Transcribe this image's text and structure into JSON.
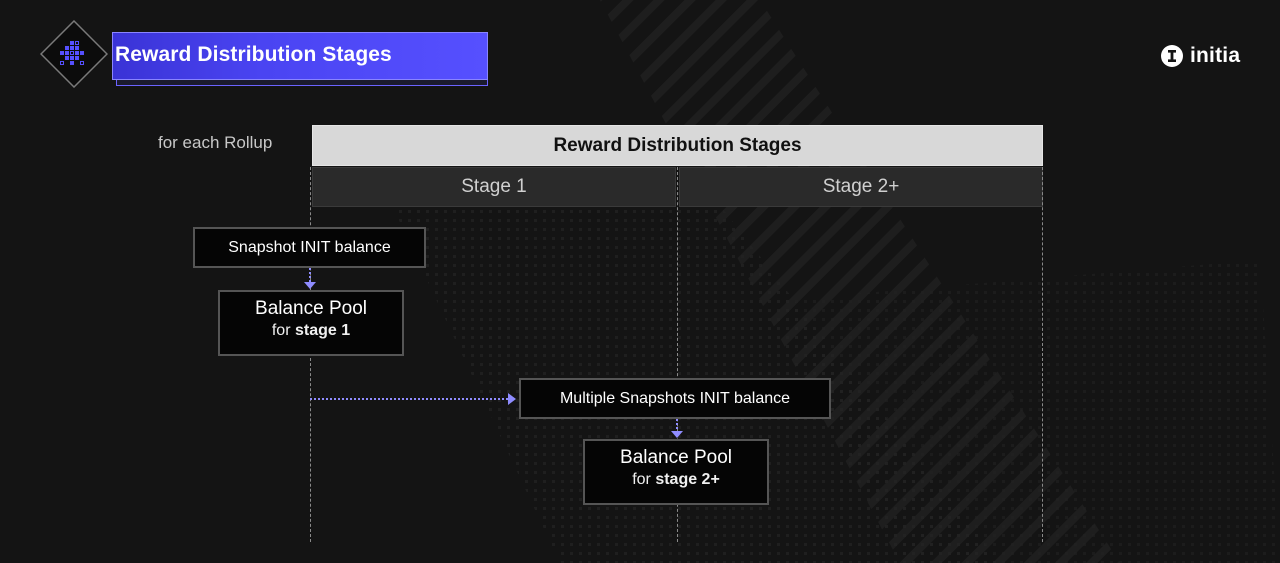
{
  "header": {
    "title": "Reward Distribution Stages",
    "badge_icon": "grid-diamond-icon"
  },
  "logo": {
    "icon": "initia-logo-icon",
    "text": "initia"
  },
  "diagram": {
    "row_label": "for each Rollup",
    "table_title": "Reward Distribution Stages",
    "stages": [
      "Stage 1",
      "Stage 2+"
    ],
    "snapshot_1": "Snapshot INIT balance",
    "pool_1": {
      "title": "Balance Pool",
      "prefix": "for",
      "stage": "stage 1"
    },
    "snapshot_2": "Multiple Snapshots INIT balance",
    "pool_2": {
      "title": "Balance Pool",
      "prefix": "for",
      "stage": "stage 2+"
    }
  },
  "colors": {
    "background": "#141414",
    "accent": "#4a44f2",
    "arrow": "#8f8cff",
    "table_header": "#d8d8d8"
  }
}
